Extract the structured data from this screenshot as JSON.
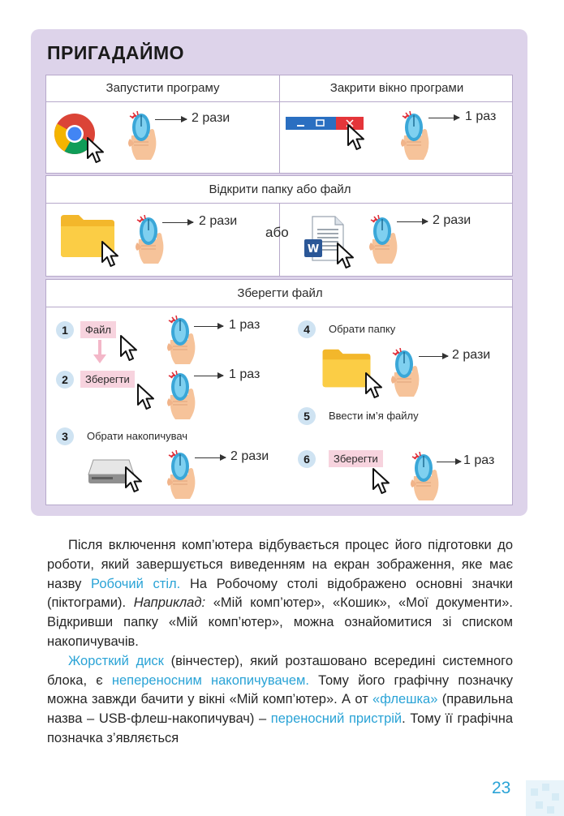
{
  "box": {
    "title": "ПРИГАДАЙМО",
    "launch": {
      "header": "Запустити програму",
      "clicks": "2 рази"
    },
    "close": {
      "header": "Закрити вікно програми",
      "clicks": "1 раз"
    },
    "open": {
      "header": "Відкрити папку або файл",
      "clicks_left": "2 рази",
      "or": "або",
      "clicks_right": "2 рази"
    },
    "save": {
      "header": "Зберегти файл",
      "steps": [
        {
          "num": "1",
          "label": "Файл",
          "clicks": "1 раз"
        },
        {
          "num": "2",
          "label": "Зберегти",
          "clicks": "1 раз"
        },
        {
          "num": "3",
          "label": "Обрати накопичувач",
          "clicks": "2 рази"
        },
        {
          "num": "4",
          "label": "Обрати папку",
          "clicks": "2 рази"
        },
        {
          "num": "5",
          "label": "Ввести ім’я файлу"
        },
        {
          "num": "6",
          "label": "Зберегти",
          "clicks": "1 раз"
        }
      ]
    }
  },
  "text": {
    "p1_a": "Після включення комп’ютера відбувається процес його підготовки до роботи, який завершується виведенням на екран зображення, яке має назву ",
    "p1_term": "Робочий стіл.",
    "p1_b": " На Робочому столі відображено основні значки (піктограми). ",
    "p1_example": "Наприклад:",
    "p1_c": " «Мій комп’ютер», «Кошик», «Мої документи». Відкривши папку «Мій комп’ютер», можна ознайомитися зі списком накопичувачів.",
    "p2_term1": "Жорсткий диск",
    "p2_a": " (вінчестер), який розташовано всередині системного блока, є ",
    "p2_term2": "непереносним накопичувачем.",
    "p2_b": " Тому його графічну позначку можна завжди бачити у вікні «Мій комп’ютер». А от ",
    "p2_term3": "«флешка»",
    "p2_c": " (правильна назва – USB-флеш-накопичувач) – ",
    "p2_term4": "переносний пристрій",
    "p2_d": ". Тому її графічна позначка з’являється"
  },
  "page_number": "23",
  "colors": {
    "accent": "#2aa3d6",
    "box_bg": "#ddd3ea",
    "tag_pink": "#f7d3de",
    "circle_blue": "#cfe3f2"
  },
  "icons": [
    "chrome-icon",
    "mouse-hand-icon",
    "cursor-icon",
    "window-controls-icon",
    "folder-icon",
    "word-document-icon",
    "drive-icon"
  ]
}
